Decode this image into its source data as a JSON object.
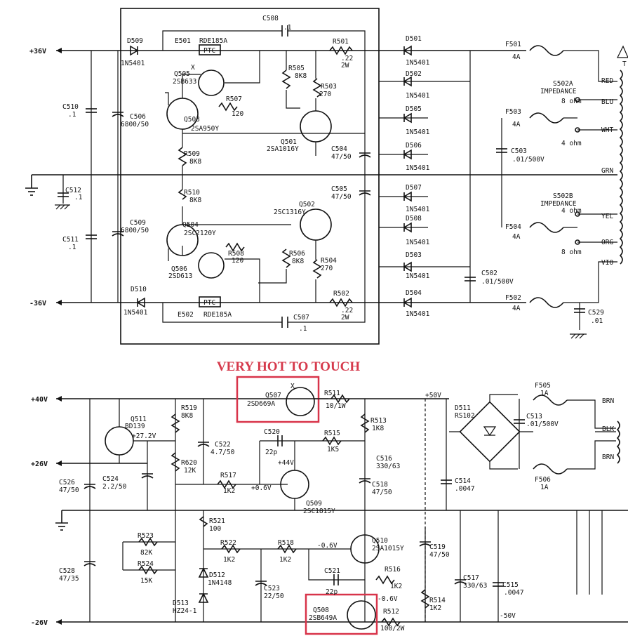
{
  "warning": "VERY HOT TO TOUCH",
  "rails": {
    "top_pos": "+36V",
    "top_neg": "-36V",
    "bot_pos40": "+40V",
    "bot_pos26": "+26V",
    "bot_neg26": "-26V"
  },
  "top_labels": [
    "C508",
    ".1",
    "D509",
    "1N5401",
    "E501",
    "RDE185A",
    "PTC",
    "R501",
    ".22",
    "2W",
    "Q505",
    "2SB633",
    "X",
    "R505",
    "8K8",
    "R503",
    "270",
    "R507",
    "120",
    "Q503",
    "2SA950Y",
    "Q501",
    "2SA1016Y",
    "C510",
    ".1",
    "C506",
    "6800/50",
    "C504",
    "47/50",
    "R509",
    "8K8",
    "C512",
    ".1",
    "R510",
    "8K8",
    "C505",
    "47/50",
    "Q502",
    "2SC1316Y",
    "C511",
    ".1",
    "C509",
    "6800/50",
    "Q504",
    "2SC2120Y",
    "R508",
    "120",
    "Q506",
    "2SD613",
    "R506",
    "8K8",
    "R504",
    "270",
    "D510",
    "1N5401",
    "R502",
    ".22",
    "2W",
    "E502",
    "RDE185A",
    "PTC",
    "C507",
    ".1",
    "D501",
    "1N5401",
    "D502",
    "1N5401",
    "D505",
    "1N5401",
    "D506",
    "1N5401",
    "D507",
    "1N5401",
    "D508",
    "1N5401",
    "D503",
    "1N5401",
    "D504",
    "1N5401",
    "F501",
    "4A",
    "F503",
    "4A",
    "F504",
    "4A",
    "F502",
    "4A",
    "C503",
    ".01/500V",
    "C502",
    ".01/500V",
    "C529",
    ".01",
    "S502A",
    "IMPEDANCE",
    "8 ohm",
    "4 ohm",
    "S502B",
    "IMPEDANCE",
    "4 ohm",
    "8 ohm",
    "RED",
    "BLU",
    "WHT",
    "GRN",
    "YEL",
    "ORG",
    "VIO",
    "T"
  ],
  "bottom_labels": [
    "Q507",
    "2SD669A",
    "X",
    "R511",
    "10/1W",
    "+50V",
    "Q511",
    "BD139",
    "+27.2V",
    "R519",
    "8K8",
    "R513",
    "1K8",
    "C522",
    "4.7/50",
    "C520",
    "22p",
    "R515",
    "1K5",
    "+44V",
    "C516",
    "330/63",
    "D511",
    "RS102",
    "C513",
    ".01/500V",
    "F505",
    "1A",
    "F506",
    "1A",
    "BRN",
    "BLK",
    "BRN",
    "R620",
    "12K",
    "C524",
    "2.2/50",
    "R517",
    "1K2",
    "+0.6V",
    "Q509",
    "2SC1815Y",
    "C518",
    "47/50",
    "C514",
    ".0047",
    "C526",
    "47/50",
    "R521",
    "100",
    "R522",
    "1K2",
    "R518",
    "1K2",
    "-0.6V",
    "Q510",
    "2SA1015Y",
    "R523",
    "82K",
    "R524",
    "15K",
    "C519",
    "47/50",
    "C528",
    "47/35",
    "D512",
    "1N4148",
    "C521",
    "22p",
    "R516",
    "1K2",
    "C517",
    "330/63",
    "C515",
    ".0047",
    "D513",
    "HZ24-1",
    "C523",
    "22/50",
    "-0.6V",
    "R514",
    "1K2",
    "Q508",
    "2SB649A",
    "R512",
    "100/2W",
    "-50V"
  ]
}
